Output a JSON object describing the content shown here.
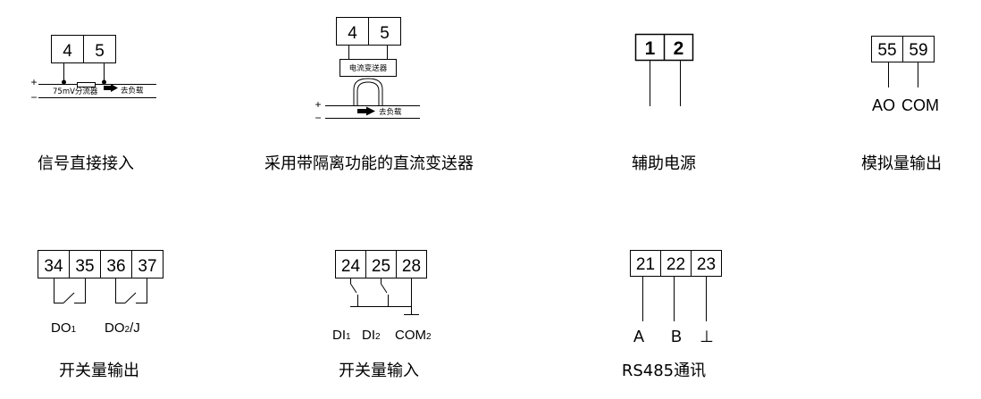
{
  "diagram_1": {
    "terminals": [
      "4",
      "5"
    ],
    "plus": "+",
    "minus": "−",
    "shunt_label": "75mV分流器",
    "load_label": "去负载",
    "caption": "信号直接接入"
  },
  "diagram_2": {
    "terminals": [
      "4",
      "5"
    ],
    "transmitter_label": "电流变送器",
    "plus": "+",
    "minus": "−",
    "load_label": "去负载",
    "caption": "采用带隔离功能的直流变送器"
  },
  "diagram_3": {
    "terminals": [
      "1",
      "2"
    ],
    "caption": "辅助电源"
  },
  "diagram_4": {
    "terminals": [
      "55",
      "59"
    ],
    "labels": [
      "AO",
      "COM"
    ],
    "caption": "模拟量输出"
  },
  "diagram_5": {
    "terminals": [
      "34",
      "35",
      "36",
      "37"
    ],
    "label_1": "DO",
    "label_1_sub": "1",
    "label_2": "DO",
    "label_2_sub": "2",
    "label_2_suffix": "/J",
    "caption": "开关量输出"
  },
  "diagram_6": {
    "terminals": [
      "24",
      "25",
      "28"
    ],
    "label_1": "DI",
    "label_1_sub": "1",
    "label_2": "DI",
    "label_2_sub": "2",
    "label_3": "COM",
    "label_3_sub": "2",
    "caption": "开关量输入"
  },
  "diagram_7": {
    "terminals": [
      "21",
      "22",
      "23"
    ],
    "labels": [
      "A",
      "B",
      "⊥"
    ],
    "caption": "RS485通讯"
  }
}
